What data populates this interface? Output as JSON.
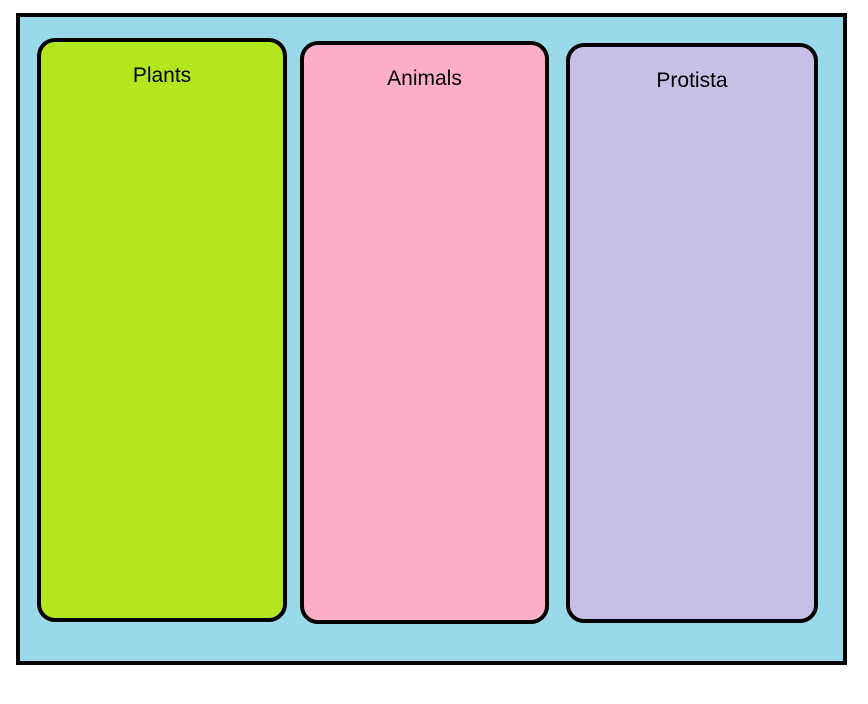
{
  "canvas": {
    "page_background": "#FFFFFF",
    "board_background": "#99D9EA",
    "border_color": "#000000",
    "text_color": "#000000"
  },
  "panels": [
    {
      "id": "plants",
      "label": "Plants",
      "color": "#B5E61D"
    },
    {
      "id": "animals",
      "label": "Animals",
      "color": "#FFAEC9"
    },
    {
      "id": "protista",
      "label": "Protista",
      "color": "#C8BFE7"
    }
  ]
}
